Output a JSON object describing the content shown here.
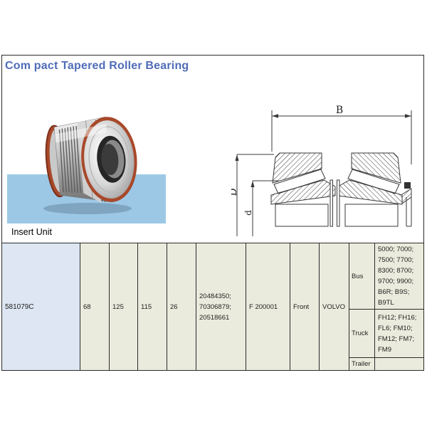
{
  "page": {
    "title": "Com pact Tapered Roller Bearing",
    "section_label": "Insert Unit"
  },
  "diagram": {
    "dim_width_label": "B",
    "dim_outer_diameter_label": "D",
    "dim_bore_label": "d"
  },
  "table": {
    "part_number": "581079C",
    "values": [
      "68",
      "125",
      "115",
      "26"
    ],
    "oem_numbers": [
      "20484350;",
      "70306879;",
      "20518661"
    ],
    "reference": "F 200001",
    "position": "Front",
    "brand": "VOLVO",
    "applications": [
      {
        "type": "Bus",
        "models": [
          "5000;  7000;",
          "7500;  7700;",
          "8300;  8700;",
          "9700;  9900;",
          "B6R;  B9S;",
          "B9TL"
        ]
      },
      {
        "type": "Truck",
        "models": [
          "FH12;  FH16;",
          "FL6;  FM10;",
          "FM12;  FM7;",
          "FM9"
        ]
      },
      {
        "type": "Trailer",
        "models": []
      }
    ]
  },
  "colors": {
    "accent_blue": "#4f6cb8",
    "photo_backdrop": "#9cc8e6",
    "part_column_bg": "#dde6f2",
    "cell_bg": "#ebebdd",
    "seal_orange": "#a8492b"
  }
}
